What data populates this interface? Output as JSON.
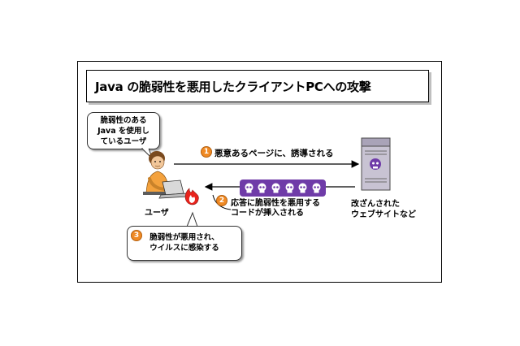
{
  "title": "Java の脆弱性を悪用したクライアントPCへの攻撃",
  "user_bubble": {
    "lines": [
      "脆弱性のある",
      "Java を使用し",
      "ているユーザ"
    ]
  },
  "user_label": "ユーザ",
  "server_label": {
    "lines": [
      "改ざんされた",
      "ウェブサイトなど"
    ]
  },
  "steps": [
    {
      "number": "1",
      "text": "悪意あるページに、誘導される"
    },
    {
      "number": "2",
      "lines": [
        "応答に脆弱性を悪用する",
        "コードが挿入される"
      ]
    },
    {
      "number": "3",
      "lines": [
        "脆弱性が悪用され、",
        "ウイルスに感染する"
      ]
    }
  ],
  "colors": {
    "step_badge": "#f08a24",
    "malware_bar": "#6f3ba8",
    "flame": "#e8231c",
    "server": "#b9b4c6"
  },
  "icons": [
    "user-icon",
    "laptop-icon",
    "flame-icon",
    "server-icon",
    "skull-icon"
  ]
}
